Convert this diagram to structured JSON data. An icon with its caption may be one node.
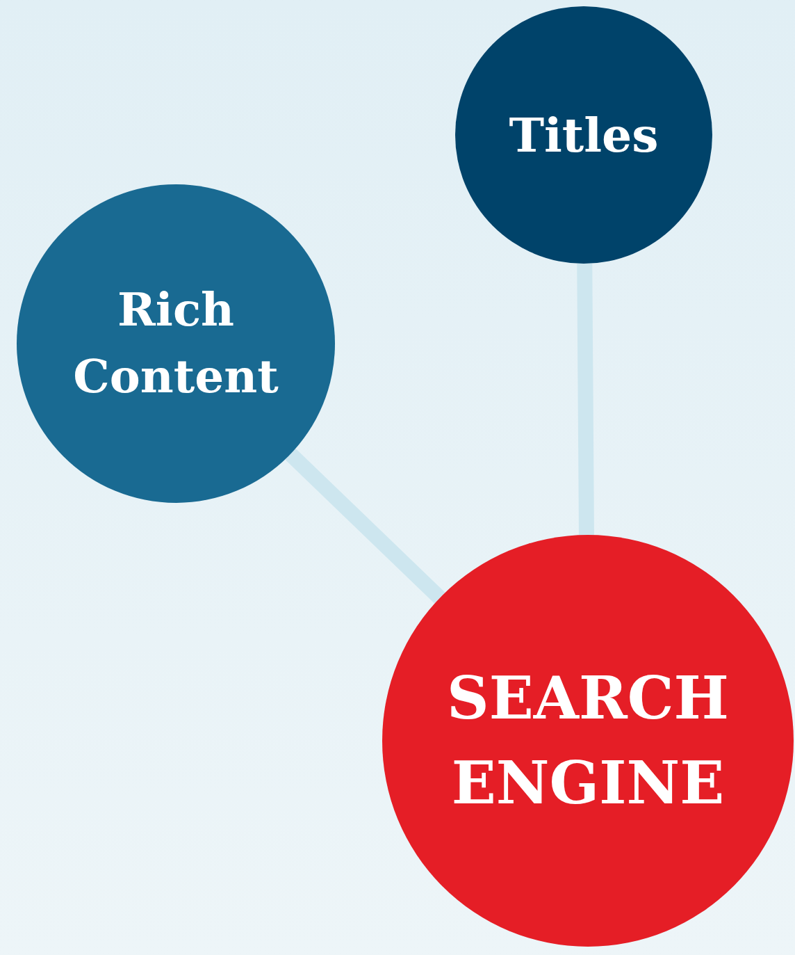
{
  "diagram": {
    "nodes": [
      {
        "text": [
          "Titles"
        ]
      },
      {
        "text": [
          "Rich Content"
        ]
      },
      {
        "text": [
          "SEARCH ENGINE"
        ]
      }
    ],
    "edges": [
      {
        "from": 0,
        "to": 2,
        "arrow": "none"
      },
      {
        "from": 1,
        "to": 2,
        "arrow": "none"
      }
    ]
  }
}
